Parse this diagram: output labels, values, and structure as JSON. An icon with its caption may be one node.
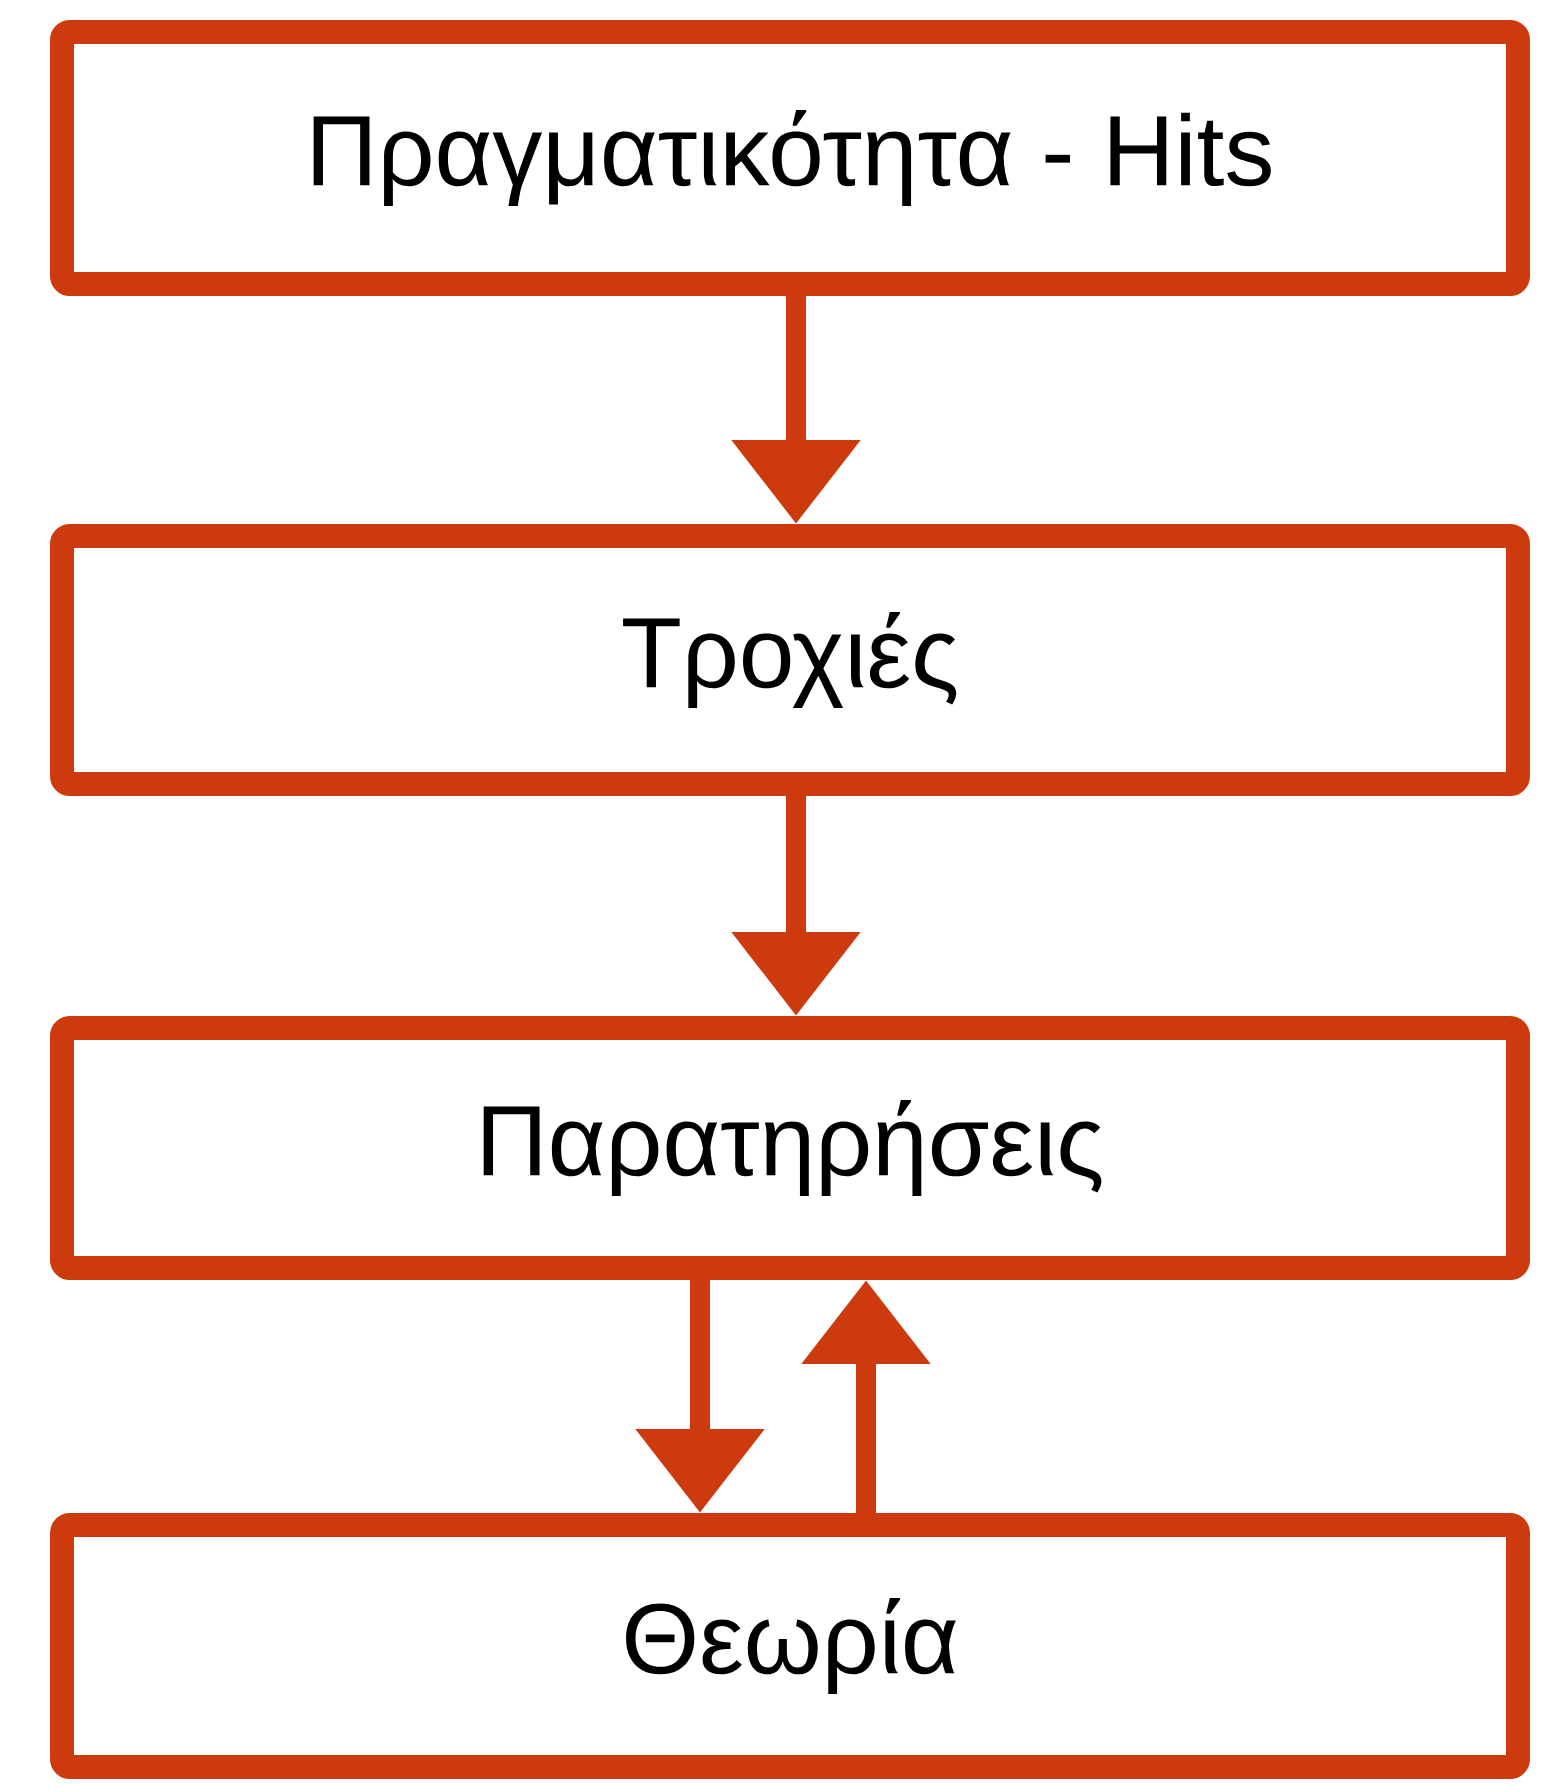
{
  "diagram": {
    "nodes": [
      {
        "text": [
          "Πραγματικότητα - Hits"
        ]
      },
      {
        "text": [
          "Τροχιές"
        ]
      },
      {
        "text": [
          "Παρατηρήσεις"
        ]
      },
      {
        "text": [
          "Θεωρία"
        ]
      }
    ],
    "edges": [
      {
        "from": 0,
        "to": 1,
        "arrow": "to"
      },
      {
        "from": 1,
        "to": 2,
        "arrow": "to"
      },
      {
        "from": 2,
        "to": 3,
        "arrow": "to"
      },
      {
        "from": 3,
        "to": 2,
        "arrow": "to"
      }
    ]
  }
}
